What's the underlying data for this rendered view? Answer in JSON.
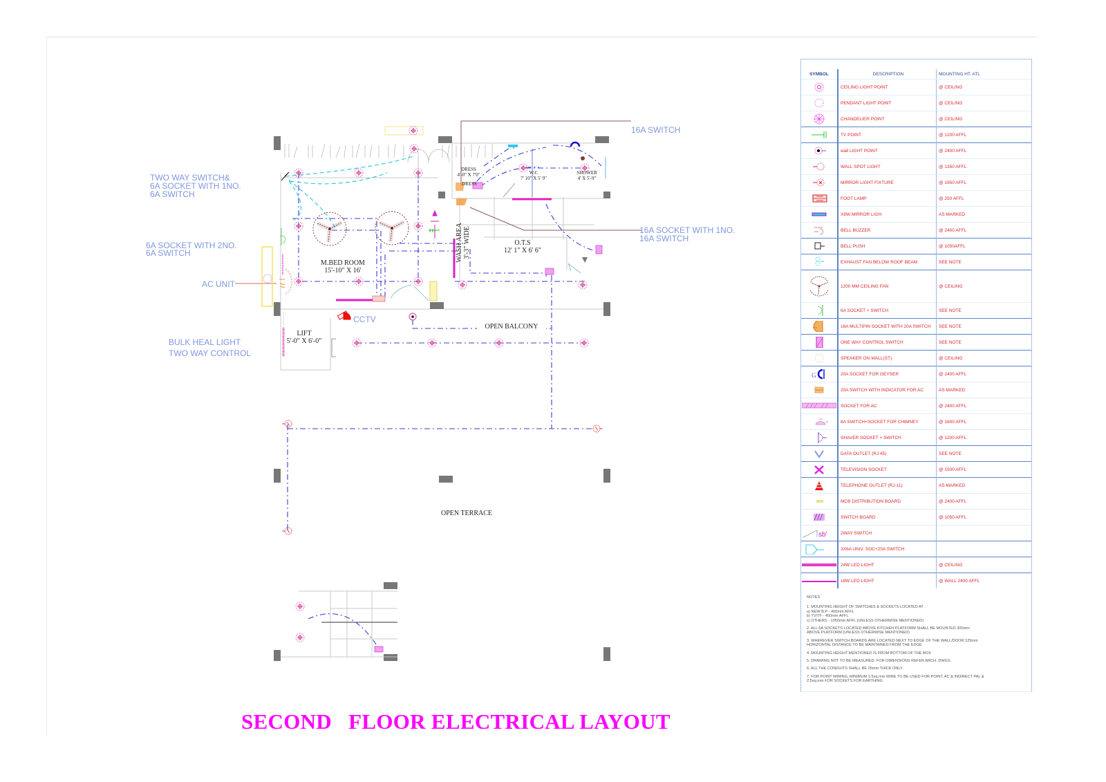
{
  "drawing": {
    "title": "SECOND   FLOOR ELECTRICAL LAYOUT",
    "rooms": {
      "master_bedroom": {
        "name": "M.BED ROOM",
        "size": "15'-10\" X 16'"
      },
      "wash_area": {
        "name": "WASH AREA",
        "size": "3'-3\" WIDE"
      },
      "ots": {
        "name": "O.T.S",
        "size": "12' 1\" X 6' 6\""
      },
      "wc": {
        "name": "W.C",
        "size": "7' 10\" X 5' 9\""
      },
      "shower": {
        "name": "SHOWER",
        "size": "4' X 5'-9\""
      },
      "dress": {
        "name": "DRESS",
        "size": "4'-0\" X 7'0\""
      },
      "dress2": {
        "name": "DRESS"
      },
      "lift": {
        "name": "LIFT",
        "size": "5'-0\" X 6'-0\""
      },
      "open_balcony": {
        "name": "OPEN BALCONY"
      },
      "open_terrace": {
        "name": "OPEN TERRACE"
      }
    },
    "callouts": {
      "switch_16a": "16A SWITCH",
      "two_way": "TWO WAY SWITCH&\n6A SOCKET WITH 1NO.\n6A SWITCH",
      "socket_2no": "6A SOCKET WITH 2NO.\n6A SWITCH",
      "ac_unit": "AC UNIT",
      "socket_16a": "16A SOCKET WITH 1NO.\n16A SWITCH",
      "cctv": "CCTV",
      "bulk_head": "BULK HEAL LIGHT",
      "two_way_control": "TWO WAY CONTROL"
    }
  },
  "legend": {
    "headers": {
      "symbol": "SYMBOL",
      "description": "DESCRIPTION",
      "mounting": "MOUNTING HT. ATL"
    },
    "rows": [
      {
        "icon": "ceiling-light-icon",
        "description": "CEILING LIGHT POINT",
        "mounting": "@ CEILING"
      },
      {
        "icon": "pendant-light-icon",
        "description": "PENDANT LIGHT POINT",
        "mounting": "@ CEILING"
      },
      {
        "icon": "chandelier-icon",
        "description": "CHANDELIER POINT",
        "mounting": "@ CEILING"
      },
      {
        "icon": "tv-point-icon",
        "description": "TV POINT",
        "mounting": "@ 1200 AFFL"
      },
      {
        "icon": "wall-light-icon",
        "description": "wall LIGHT POINT",
        "mounting": "@ 2400 AFFL"
      },
      {
        "icon": "wall-spot-light-icon",
        "description": "WALL SPOT LIGHT",
        "mounting": "@ 1350 AFFL"
      },
      {
        "icon": "mirror-light-icon",
        "description": "MIRROR LIGHT FIXTURE",
        "mounting": "@ 1950 AFFL"
      },
      {
        "icon": "foot-lamp-icon",
        "description": "FOOT LAMP",
        "mounting": "@ 250 AFFL"
      },
      {
        "icon": "mirror-tube-light-icon",
        "description": "X8W MIRROR LIGH",
        "mounting": "AS MARKED"
      },
      {
        "icon": "bell-buzzer-icon",
        "description": "BELL BUZZER",
        "mounting": "@ 2400 AFFL"
      },
      {
        "icon": "bell-push-icon",
        "description": "BELL PUSH",
        "mounting": "@ 1050AFFL"
      },
      {
        "icon": "exhaust-fan-icon",
        "description": "EXHAUST FAN BELOW ROOF BEAM",
        "mounting": "SEE NOTE"
      },
      {
        "icon": "ceiling-fan-icon",
        "description": "1200 MM CEILING FAN",
        "mounting": "@ CEILING"
      },
      {
        "icon": "socket-switch-icon",
        "description": "6A SOCKET + SWITCH",
        "mounting": "SEE NOTE"
      },
      {
        "icon": "multipin-socket-icon",
        "description": "16A MULTIPIN SOCKET WITH 20A SWITCH",
        "mounting": "SEE NOTE"
      },
      {
        "icon": "one-way-switch-icon",
        "description": "ONE WAY CONTROL SWITCH",
        "mounting": "SEE NOTE"
      },
      {
        "icon": "speaker-icon",
        "description": "SPEAKER ON WALL(ST)",
        "mounting": "@ CEILING"
      },
      {
        "icon": "geyser-socket-icon",
        "description": "20A SOCKET FOR GEYSER",
        "mounting": "@ 2400 AFFL"
      },
      {
        "icon": "ac-switch-icon",
        "description": "20A SWITCH WITH INDICATOR FOR AC",
        "mounting": "AS MARKED"
      },
      {
        "icon": "ac-socket-icon",
        "description": "SOCKET FOR AC",
        "mounting": "@ 2400 AFFL"
      },
      {
        "icon": "chimney-socket-icon",
        "description": "6A SWITCH+SOCKET FOR CHIMNEY",
        "mounting": "@ 1600 AFFL"
      },
      {
        "icon": "shaver-socket-icon",
        "description": "SHAVER SOCKET + SWITCH",
        "mounting": "@ 1200 AFFL"
      },
      {
        "icon": "data-outlet-icon",
        "description": "DATA OUTLET (RJ 45)",
        "mounting": "SEE NOTE"
      },
      {
        "icon": "television-socket-icon",
        "description": "TELEVISION SOCKET",
        "mounting": "@ 1500 AFFL"
      },
      {
        "icon": "telephone-outlet-icon",
        "description": "TELEPHONE OUTLET (RJ-11)",
        "mounting": "AS MARKED"
      },
      {
        "icon": "mcb-db-icon",
        "description": "MCB DISTRIBUTION BOARD",
        "mounting": "@ 2400 AFFL"
      },
      {
        "icon": "switch-board-icon",
        "description": "SWITCH BOARD",
        "mounting": "@ 1050 AFFL"
      },
      {
        "icon": "two-way-switch-icon",
        "description": "2WAY SWITCH",
        "mounting": ""
      },
      {
        "icon": "universal-socket-icon",
        "description": "3X6A UNIV. SOC+20A SWITCH",
        "mounting": ""
      },
      {
        "icon": "led-strip-24w-icon",
        "description": "24W LED LIGHT",
        "mounting": "@ CEILING"
      },
      {
        "icon": "led-strip-18w-icon",
        "description": "18W LED LIGHT",
        "mounting": "@ WALL 2400 AFFL"
      }
    ],
    "notes_title": "NOTES",
    "notes": [
      "1. MOUNTING HEIGHT OF SWITCHES & SOCKETS LOCATED AT\na) NEW B.P - 400mm AFFL\nb) TV/TF - 450mm AFFL\nc) OTHERS - 1050mm AFFL (UNLESS OTHERWISE MENTIONED)",
      "2. ALL 6A SOCKETS LOCATED ABOVE KITCHEN PLATFORM SHALL BE MOUNTED 300mm\nABOVE PLATFORM (UNLESS OTHERWISE MENTIONED)",
      "3. WHEREVER SWITCH BOARDS ARE LOCATED NEXT TO EDGE OF THE WALL/DOOR 125mm\nHORIZONTAL DISTANCE TO BE MAINTAINED FROM THE EDGE",
      "4. MOUNTING HEIGHT MENTIONED IS FROM BOTTOM OF THE BOX",
      "5. DRAWING NOT TO BE MEASURED. FOR DIMENSIONS REFER ARCH. DWGS.",
      "6. ALL THE CONDUITS SHALL BE 25mm THICK ONLY.",
      "7. FOR POINT WIRING, MINIMUM 1.5sq.mm WIRE TO BE USED FOR POINT, AC & INDIRECT PAL &\n2.5sq.mm FOR SOCKETS FOR EARTHING"
    ]
  },
  "colors": {
    "title": "#ff00ff",
    "callout": "#7f98e0",
    "circuit": "#3b3bd6",
    "legend_text": "#d7262e",
    "legend_header": "#2c4c94",
    "column": "#777777"
  }
}
